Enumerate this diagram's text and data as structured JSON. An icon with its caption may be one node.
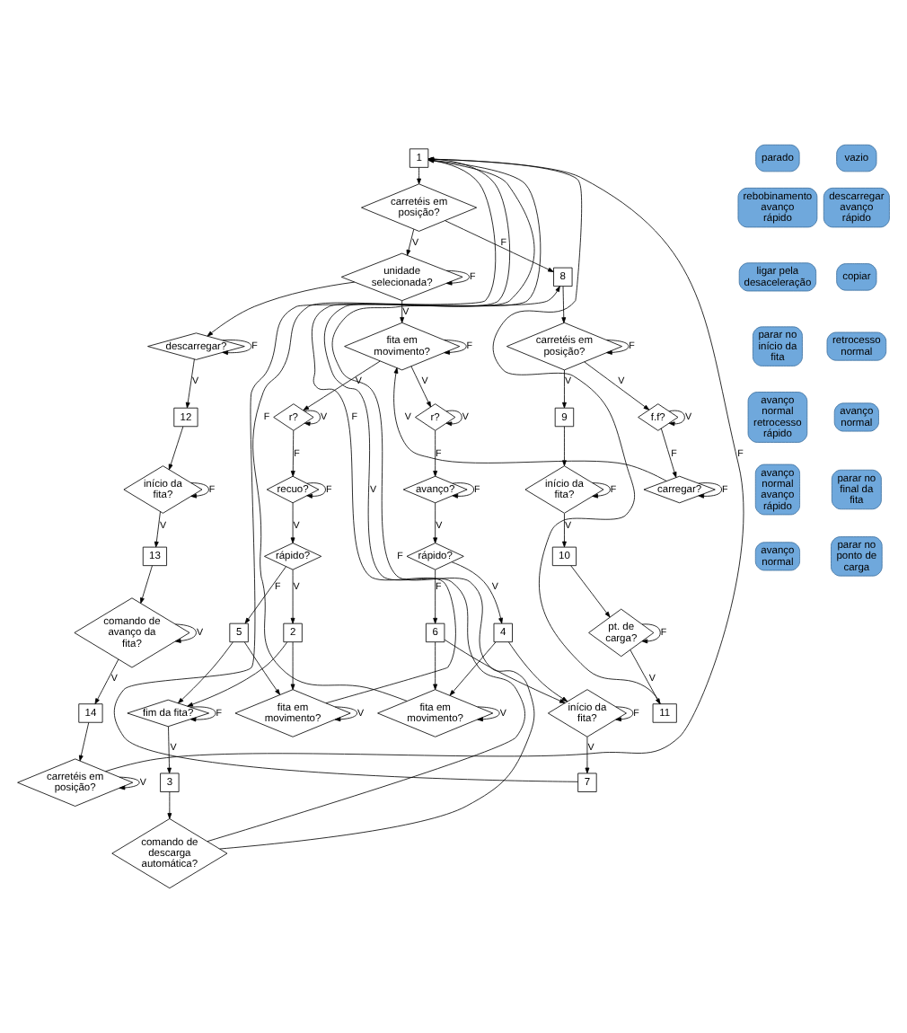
{
  "diagram": {
    "nodes": [
      {
        "text": [
          "1"
        ]
      },
      {
        "text": [
          "carretéis em posição?"
        ]
      },
      {
        "text": [
          "unidade selecionada?"
        ]
      },
      {
        "text": [
          "fita em movimento?"
        ]
      },
      {
        "text": [
          "descarregar?"
        ]
      },
      {
        "text": [
          "12"
        ]
      },
      {
        "text": [
          "início da fita?"
        ]
      },
      {
        "text": [
          "13"
        ]
      },
      {
        "text": [
          "comando de avanço da fita?"
        ]
      },
      {
        "text": [
          "14"
        ]
      },
      {
        "text": [
          "carretéis em posição?"
        ]
      },
      {
        "text": [
          "carregar?"
        ]
      },
      {
        "text": [
          "f.f?"
        ]
      },
      {
        "text": [
          "8"
        ]
      },
      {
        "text": [
          "carretéis em posição?"
        ]
      },
      {
        "text": [
          "9"
        ]
      },
      {
        "text": [
          "início da fita?"
        ]
      },
      {
        "text": [
          "10"
        ]
      },
      {
        "text": [
          "pt. de carga?"
        ]
      },
      {
        "text": [
          "11"
        ]
      },
      {
        "text": [
          "r?"
        ]
      },
      {
        "text": [
          "avanço?"
        ]
      },
      {
        "text": [
          "rápido?"
        ]
      },
      {
        "text": [
          "6"
        ]
      },
      {
        "text": [
          "4"
        ]
      },
      {
        "text": [
          "r?"
        ]
      },
      {
        "text": [
          "recuo?"
        ]
      },
      {
        "text": [
          "rápido?"
        ]
      },
      {
        "text": [
          "5"
        ]
      },
      {
        "text": [
          "2"
        ]
      },
      {
        "text": [
          "início da fita?"
        ]
      },
      {
        "text": [
          "7"
        ]
      },
      {
        "text": [
          "fita em movimento?"
        ]
      },
      {
        "text": [
          "fita em movimento?"
        ]
      },
      {
        "text": [
          "fim da fita?"
        ]
      },
      {
        "text": [
          "3"
        ]
      },
      {
        "text": [
          "comando de descarga automática?"
        ]
      },
      {
        "text": [
          "parado"
        ]
      },
      {
        "text": [
          "vazio"
        ]
      },
      {
        "text": [
          "rebobinamento avanço rápido"
        ]
      },
      {
        "text": [
          "descarregar avanço rápido"
        ]
      },
      {
        "text": [
          "ligar pela desaceleração"
        ]
      },
      {
        "text": [
          "copiar"
        ]
      },
      {
        "text": [
          "parar no início da fita"
        ]
      },
      {
        "text": [
          "retrocesso normal"
        ]
      },
      {
        "text": [
          "avanço normal retrocesso rápido"
        ]
      },
      {
        "text": [
          "avanço normal"
        ]
      },
      {
        "text": [
          "avanço normal avanço rápido"
        ]
      },
      {
        "text": [
          "parar no final da fita"
        ]
      },
      {
        "text": [
          "avanço normal"
        ]
      },
      {
        "text": [
          "parar no ponto de carga"
        ]
      }
    ],
    "edges": [
      {
        "from": 0,
        "to": 1,
        "arrow": "to"
      },
      {
        "from": 1,
        "to": 2,
        "label": "V",
        "arrow": "to"
      },
      {
        "from": 1,
        "to": 13,
        "label": "F",
        "arrow": "to"
      },
      {
        "from": 2,
        "to": 2,
        "label": "F",
        "arrow": "to"
      },
      {
        "from": 2,
        "to": 3,
        "label": "V",
        "arrow": "to"
      },
      {
        "from": 2,
        "to": 4,
        "arrow": "to"
      },
      {
        "from": 3,
        "to": 3,
        "label": "F",
        "arrow": "to"
      },
      {
        "from": 3,
        "to": 20,
        "label": "V",
        "arrow": "to"
      },
      {
        "from": 3,
        "to": 25,
        "label": "V",
        "arrow": "to"
      },
      {
        "from": 4,
        "to": 4,
        "label": "F",
        "arrow": "to"
      },
      {
        "from": 4,
        "to": 5,
        "label": "V",
        "arrow": "to"
      },
      {
        "from": 5,
        "to": 6,
        "arrow": "to"
      },
      {
        "from": 6,
        "to": 6,
        "label": "F",
        "arrow": "to"
      },
      {
        "from": 6,
        "to": 7,
        "label": "V",
        "arrow": "to"
      },
      {
        "from": 7,
        "to": 8,
        "arrow": "to"
      },
      {
        "from": 8,
        "to": 8,
        "label": "V",
        "arrow": "to"
      },
      {
        "from": 8,
        "to": 9,
        "label": "V",
        "arrow": "to"
      },
      {
        "from": 9,
        "to": 10,
        "arrow": "to"
      },
      {
        "from": 10,
        "to": 10,
        "label": "V",
        "arrow": "to"
      },
      {
        "from": 10,
        "to": 0,
        "label": "F",
        "arrow": "to"
      },
      {
        "from": 11,
        "to": 11,
        "label": "F",
        "arrow": "to"
      },
      {
        "from": 11,
        "to": 3,
        "label": "V",
        "arrow": "to"
      },
      {
        "from": 12,
        "to": 12,
        "label": "V",
        "arrow": "to"
      },
      {
        "from": 12,
        "to": 11,
        "label": "F",
        "arrow": "to"
      },
      {
        "from": 13,
        "to": 14,
        "arrow": "to"
      },
      {
        "from": 14,
        "to": 14,
        "label": "F",
        "arrow": "to"
      },
      {
        "from": 14,
        "to": 12,
        "label": "V",
        "arrow": "to"
      },
      {
        "from": 14,
        "to": 15,
        "label": "V",
        "arrow": "to"
      },
      {
        "from": 15,
        "to": 16,
        "arrow": "to"
      },
      {
        "from": 16,
        "to": 16,
        "label": "F",
        "arrow": "to"
      },
      {
        "from": 16,
        "to": 17,
        "label": "V",
        "arrow": "to"
      },
      {
        "from": 17,
        "to": 18,
        "arrow": "to"
      },
      {
        "from": 18,
        "to": 18,
        "label": "F",
        "arrow": "to"
      },
      {
        "from": 18,
        "to": 19,
        "label": "V",
        "arrow": "to"
      },
      {
        "from": 19,
        "to": 0,
        "arrow": "to"
      },
      {
        "from": 20,
        "to": 20,
        "label": "V",
        "arrow": "to"
      },
      {
        "from": 20,
        "to": 21,
        "label": "F",
        "arrow": "to"
      },
      {
        "from": 21,
        "to": 21,
        "label": "F",
        "arrow": "to"
      },
      {
        "from": 21,
        "to": 22,
        "label": "V",
        "arrow": "to"
      },
      {
        "from": 22,
        "to": 23,
        "label": "F",
        "arrow": "to"
      },
      {
        "from": 22,
        "to": 24,
        "label": "V",
        "arrow": "to"
      },
      {
        "from": 25,
        "to": 25,
        "label": "V",
        "arrow": "to"
      },
      {
        "from": 25,
        "to": 26,
        "label": "F",
        "arrow": "to"
      },
      {
        "from": 26,
        "to": 26,
        "label": "F",
        "arrow": "to"
      },
      {
        "from": 26,
        "to": 27,
        "label": "V",
        "arrow": "to"
      },
      {
        "from": 27,
        "to": 28,
        "label": "F",
        "arrow": "to"
      },
      {
        "from": 27,
        "to": 29,
        "label": "V",
        "arrow": "to"
      },
      {
        "from": 23,
        "to": 30,
        "arrow": "to"
      },
      {
        "from": 23,
        "to": 32,
        "arrow": "to"
      },
      {
        "from": 24,
        "to": 30,
        "arrow": "to"
      },
      {
        "from": 24,
        "to": 32,
        "arrow": "to"
      },
      {
        "from": 28,
        "to": 33,
        "arrow": "to"
      },
      {
        "from": 28,
        "to": 34,
        "arrow": "to"
      },
      {
        "from": 29,
        "to": 33,
        "arrow": "to"
      },
      {
        "from": 29,
        "to": 34,
        "arrow": "to"
      },
      {
        "from": 30,
        "to": 30,
        "label": "F",
        "arrow": "to"
      },
      {
        "from": 30,
        "to": 31,
        "label": "V",
        "arrow": "to"
      },
      {
        "from": 31,
        "to": 0,
        "arrow": "to"
      },
      {
        "from": 32,
        "to": 32,
        "label": "V",
        "arrow": "to"
      },
      {
        "from": 32,
        "to": 0,
        "label": "F",
        "arrow": "to"
      },
      {
        "from": 33,
        "to": 33,
        "label": "V",
        "arrow": "to"
      },
      {
        "from": 33,
        "to": 0,
        "label": "F",
        "arrow": "to"
      },
      {
        "from": 34,
        "to": 34,
        "label": "F",
        "arrow": "to"
      },
      {
        "from": 34,
        "to": 35,
        "label": "V",
        "arrow": "to"
      },
      {
        "from": 35,
        "to": 36,
        "arrow": "to"
      },
      {
        "from": 36,
        "to": 0,
        "label": "V",
        "arrow": "to"
      },
      {
        "from": 36,
        "to": 13,
        "label": "F",
        "arrow": "to"
      }
    ]
  }
}
